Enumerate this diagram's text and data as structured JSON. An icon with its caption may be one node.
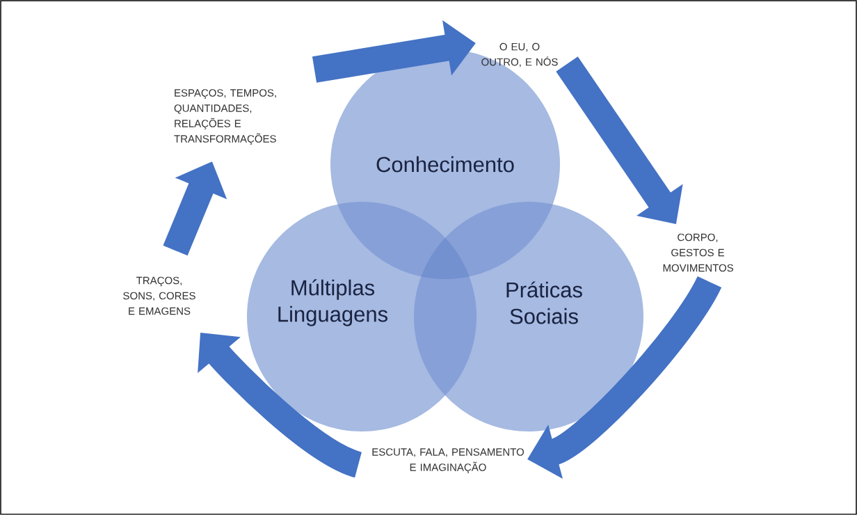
{
  "diagram": {
    "nodes": [
      {
        "text": [
          "Conhecimento"
        ]
      },
      {
        "text": [
          "Múltiplas Linguagens"
        ]
      },
      {
        "text": [
          "Práticas Sociais"
        ]
      },
      {
        "text": [
          "O EU, O OUTRO, E NÓS"
        ]
      },
      {
        "text": [
          "ESPAÇOS, TEMPOS, QUANTIDADES, RELAÇÕES E TRANSFORMAÇÕES"
        ]
      },
      {
        "text": [
          "CORPO, GESTOS E MOVIMENTOS"
        ]
      },
      {
        "text": [
          "TRAÇOS, SONS, CORES E EMAGENS"
        ]
      },
      {
        "text": [
          "ESCUTA, FALA, PENSAMENTO E IMAGINAÇÃO"
        ]
      }
    ],
    "edges": [
      {
        "from": 4,
        "to": 3,
        "arrow": "to"
      },
      {
        "from": 3,
        "to": 5,
        "arrow": "to"
      },
      {
        "from": 5,
        "to": 7,
        "arrow": "to"
      },
      {
        "from": 7,
        "to": 6,
        "arrow": "to"
      },
      {
        "from": 6,
        "to": 4,
        "arrow": "to"
      }
    ]
  }
}
